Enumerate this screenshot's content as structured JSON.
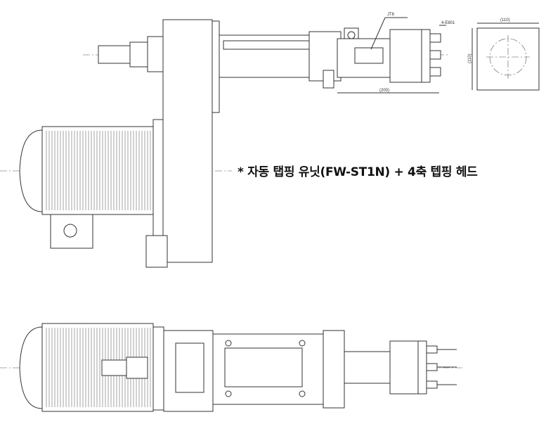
{
  "caption": "* 자동 탭핑 유닛(FW-ST1N) + 4축 텝핑 헤드",
  "labels": {
    "part": "JT6",
    "spindles": "4-E801",
    "length": "(200)",
    "width": "(110)",
    "height": "(110)"
  }
}
